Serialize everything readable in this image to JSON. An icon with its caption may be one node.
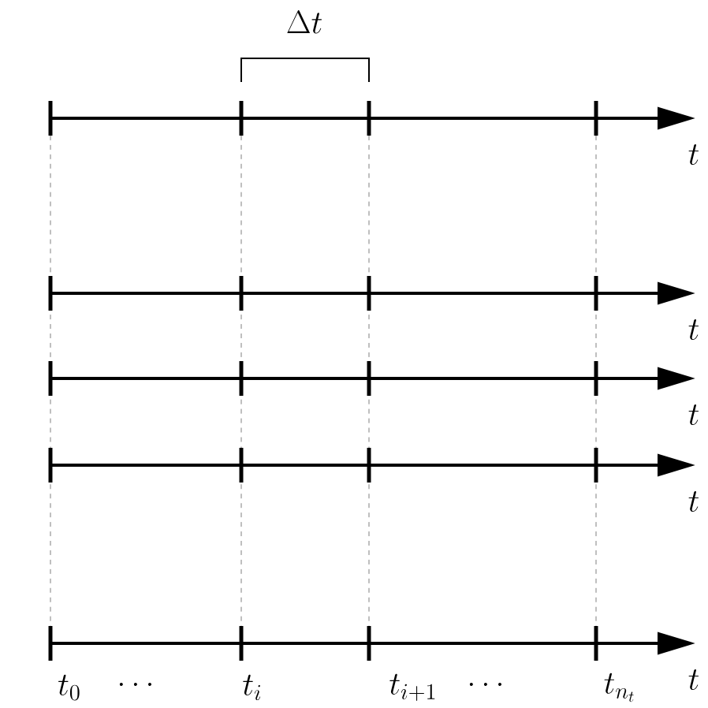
{
  "diagram": {
    "labels": [
      "\\Delta t",
      "t",
      "t",
      "t",
      "t",
      "t",
      "t_0",
      "\\dots",
      "t_i",
      "t_{i+1}",
      "\\dots",
      "t_{n_t}"
    ]
  }
}
